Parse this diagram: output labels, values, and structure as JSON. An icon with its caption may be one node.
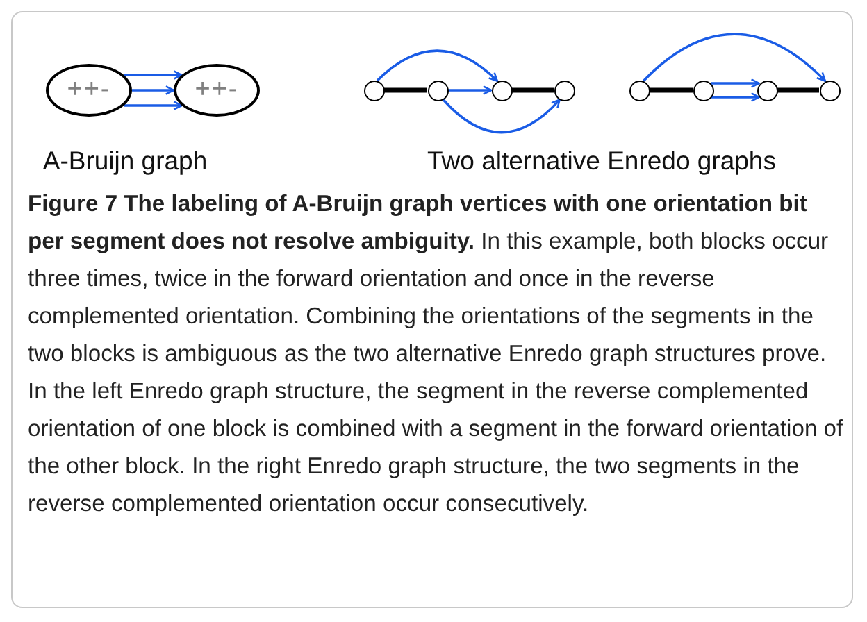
{
  "diagram": {
    "caption": "**Figure 7 The labeling of A-Bruijn graph vertices with one orientation bit per segment does not resolve ambiguity.** In this example, both blocks occur three times, twice in the forward orientation and once in the reverse complemented orientation. Combining the orientations of the segments in the two blocks is ambiguous as the two alternative Enredo graph structures prove. In the left Enredo graph structure, the segment in the reverse complemented orientation of one block is combined with a segment in the forward orientation of the other block. In the right Enredo graph structure, the two segments in the reverse complemented orientation occur consecutively.",
    "nodes": [
      {
        "text": [
          "++-"
        ]
      },
      {
        "text": [
          "++-"
        ]
      },
      {
        "text": [],
        "shape": "circle"
      },
      {
        "text": [],
        "shape": "circle"
      },
      {
        "text": [],
        "shape": "circle"
      },
      {
        "text": [],
        "shape": "circle"
      },
      {
        "text": [],
        "shape": "circle"
      },
      {
        "text": [],
        "shape": "circle"
      },
      {
        "text": [],
        "shape": "circle"
      },
      {
        "text": [],
        "shape": "circle"
      }
    ],
    "edges": [
      {
        "from": 0,
        "to": 1,
        "arrow": "to"
      },
      {
        "from": 0,
        "to": 1,
        "arrow": "to"
      },
      {
        "from": 0,
        "to": 1,
        "arrow": "to"
      },
      {
        "from": 2,
        "to": 3,
        "arrow": "none",
        "style": "thick",
        "color": "#000000"
      },
      {
        "from": 2,
        "to": 4,
        "arrow": "to"
      },
      {
        "from": 3,
        "to": 4,
        "arrow": "to"
      },
      {
        "from": 3,
        "to": 5,
        "arrow": "to"
      },
      {
        "from": 4,
        "to": 5,
        "arrow": "none",
        "style": "thick",
        "color": "#000000"
      },
      {
        "from": 6,
        "to": 7,
        "arrow": "none",
        "style": "thick",
        "color": "#000000"
      },
      {
        "from": 7,
        "to": 8,
        "arrow": "to"
      },
      {
        "from": 7,
        "to": 8,
        "arrow": "to"
      },
      {
        "from": 8,
        "to": 9,
        "arrow": "none",
        "style": "thick",
        "color": "#000000"
      },
      {
        "from": 6,
        "to": 9,
        "arrow": "to"
      }
    ],
    "labels": [
      "A-Bruijn graph",
      "Two alternative Enredo graphs"
    ]
  }
}
